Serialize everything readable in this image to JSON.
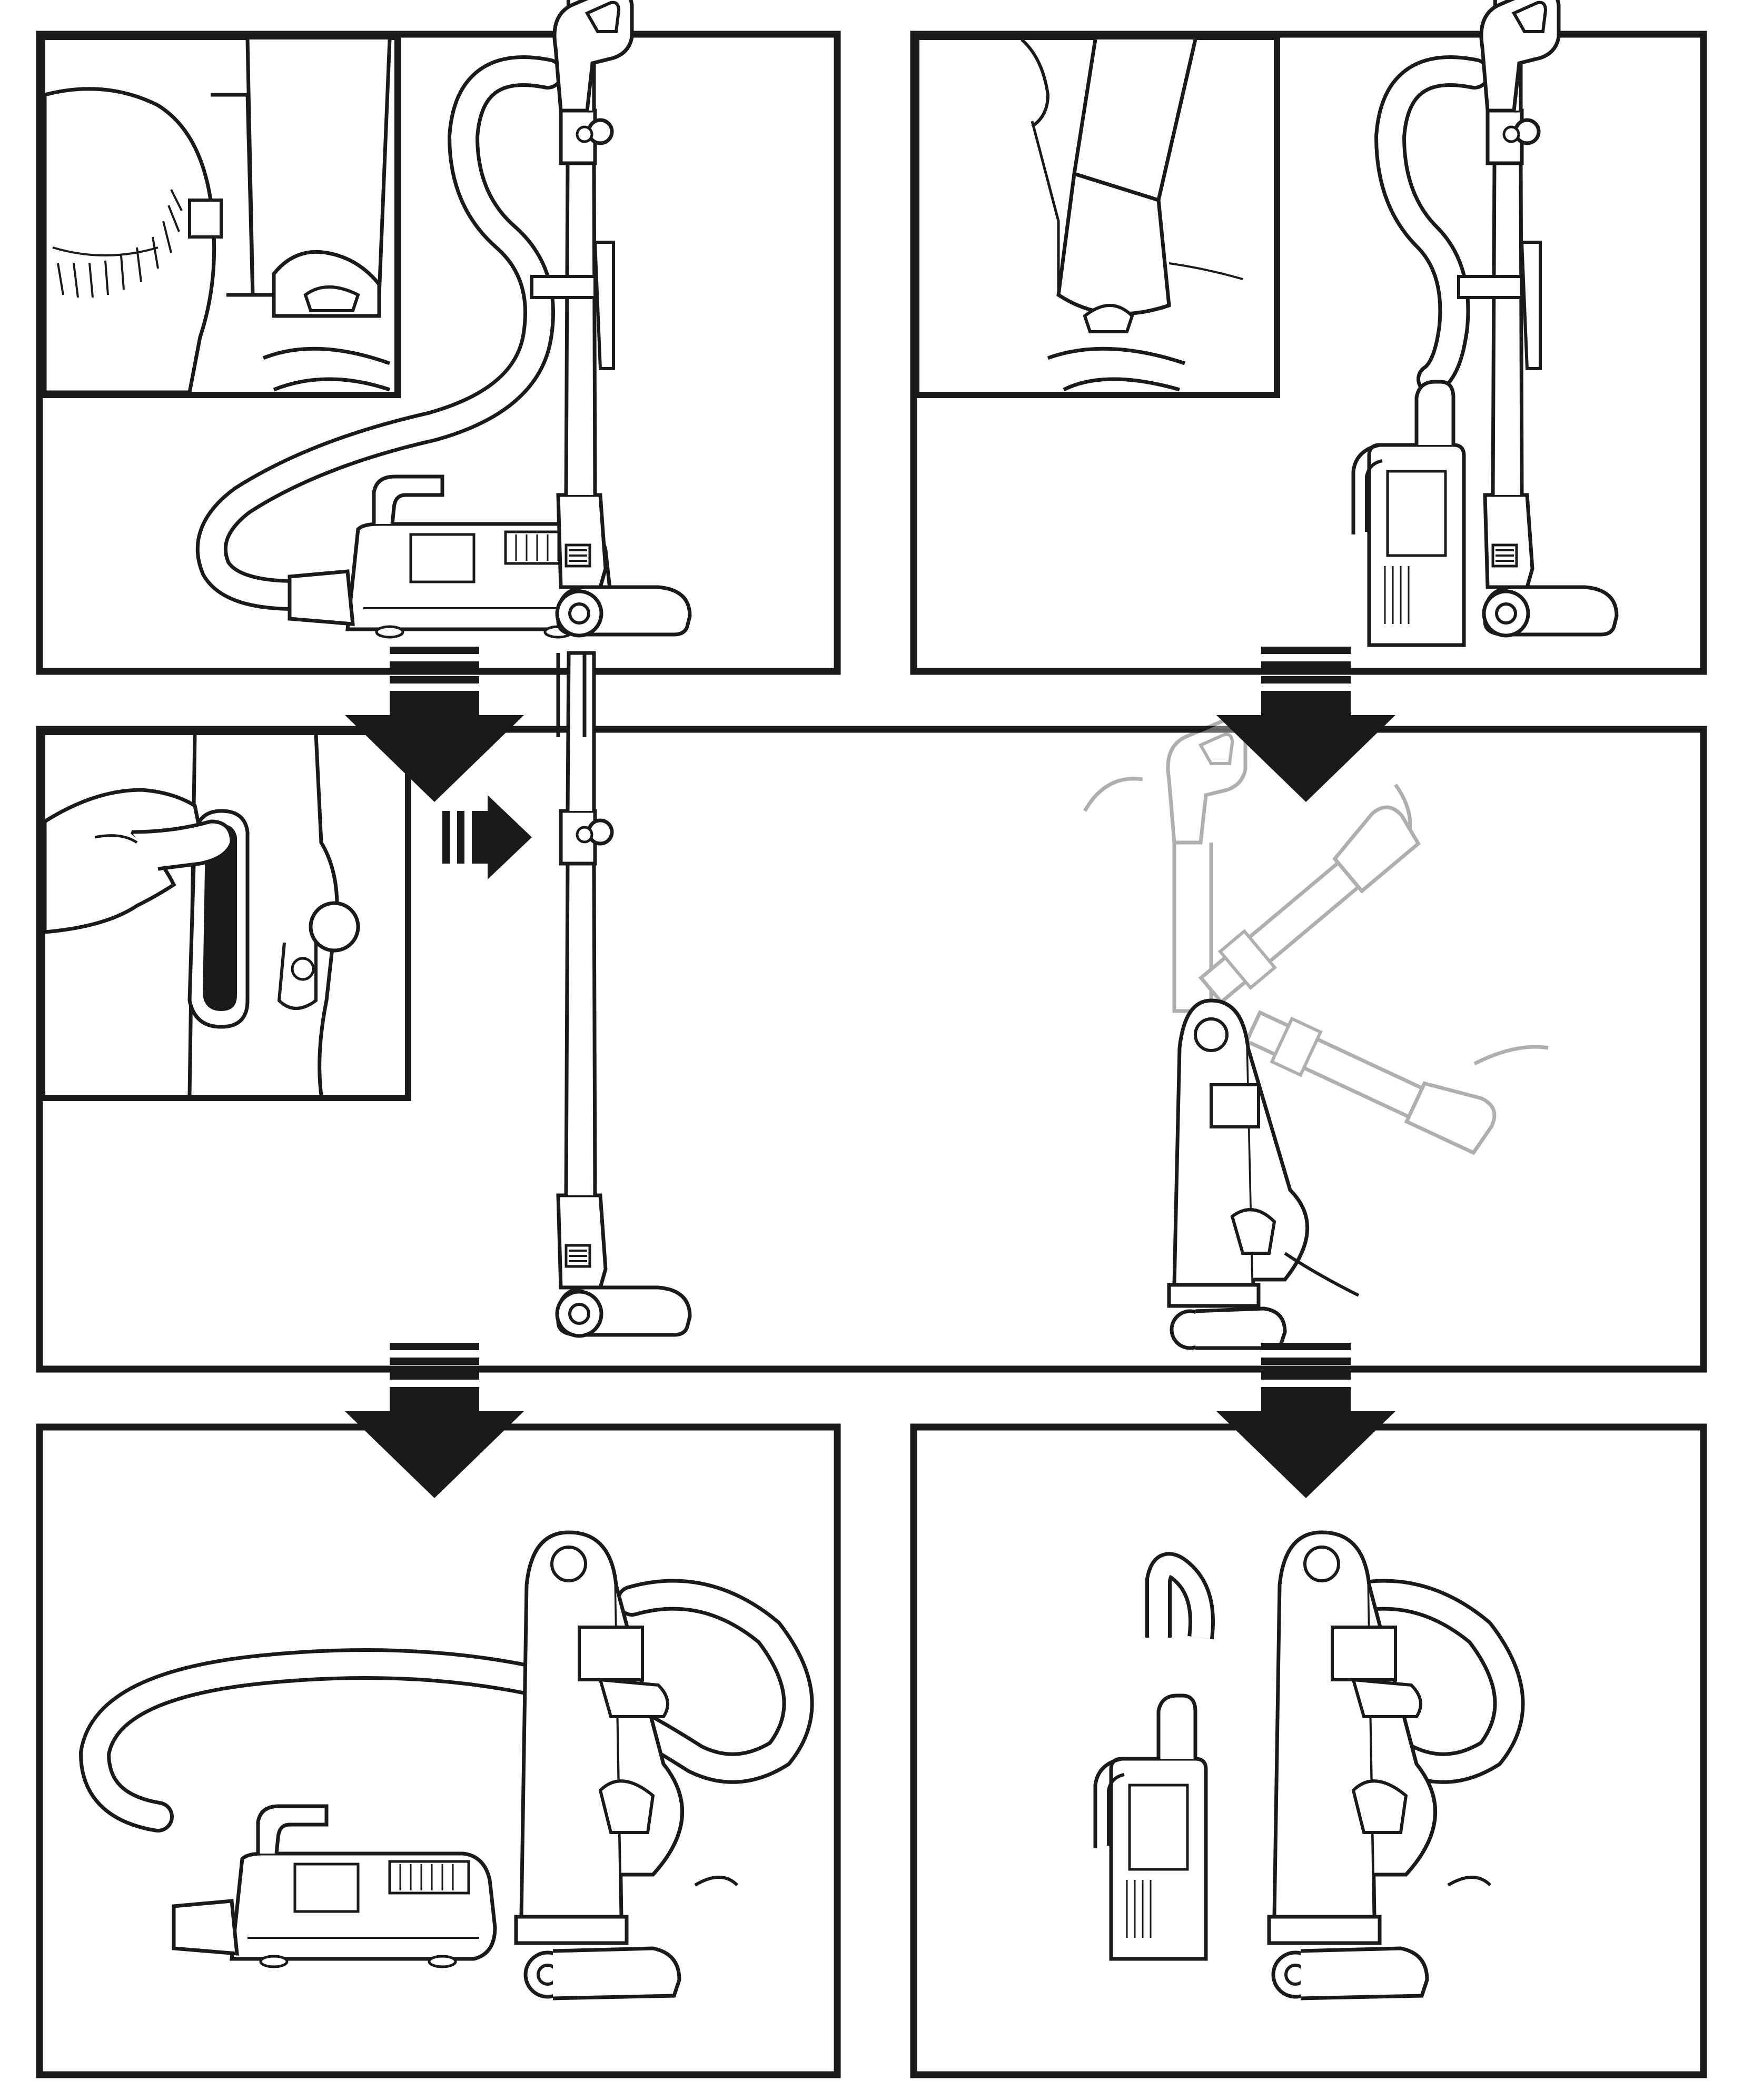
{
  "document": {
    "type": "instruction-diagram",
    "text": []
  },
  "colors": {
    "line": "#1a1a1a",
    "faded": "#b8b8b8",
    "fill": "#ffffff",
    "dark": "#1a1a1a"
  },
  "panels": [
    {
      "id": "step-1-canister-attached",
      "position": "top-left",
      "has_inset": true
    },
    {
      "id": "step-2-handheld-attached",
      "position": "top-right",
      "has_inset": true
    },
    {
      "id": "step-3-release-and-fold",
      "position": "middle",
      "has_inset": true
    },
    {
      "id": "step-4-canister-folded",
      "position": "bottom-left",
      "has_inset": false
    },
    {
      "id": "step-5-handheld-folded",
      "position": "bottom-right",
      "has_inset": false
    }
  ],
  "flow_arrows": [
    {
      "from": "step-1-canister-attached",
      "to": "step-3-release-and-fold"
    },
    {
      "from": "step-2-handheld-attached",
      "to": "step-3-release-and-fold"
    },
    {
      "from": "step-3-release-and-fold",
      "to": "step-4-canister-folded"
    },
    {
      "from": "step-3-release-and-fold",
      "to": "step-5-handheld-folded"
    }
  ],
  "icons": [
    "hand-press-icon",
    "motion-arrow-icon",
    "fold-motion-icon"
  ]
}
